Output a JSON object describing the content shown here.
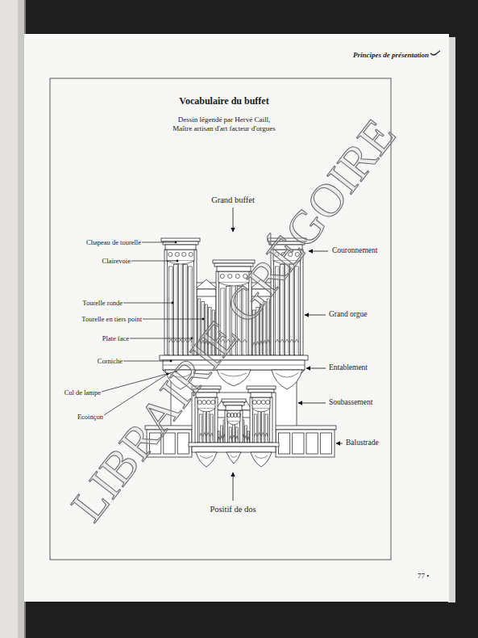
{
  "diagram": {
    "title": "Vocabulaire du buffet",
    "caption": "Dessin légendé par Hervé Caill, Maître artisan d'art facteur d'orgues",
    "labels": [
      "Principes de présentation",
      "Grand buffet",
      "Chapeau de tourelle",
      "Clairevoie",
      "Tourelle ronde",
      "Tourelle en tiers point",
      "Plate face",
      "Corniche",
      "Cul de lampe",
      "Ecoinçon",
      "Couronnement",
      "Grand orgue",
      "Entablement",
      "Soubassement",
      "Balustrade",
      "Positif de dos",
      "77 •",
      "LIBRAIRIE GRÉGOIRE"
    ]
  }
}
